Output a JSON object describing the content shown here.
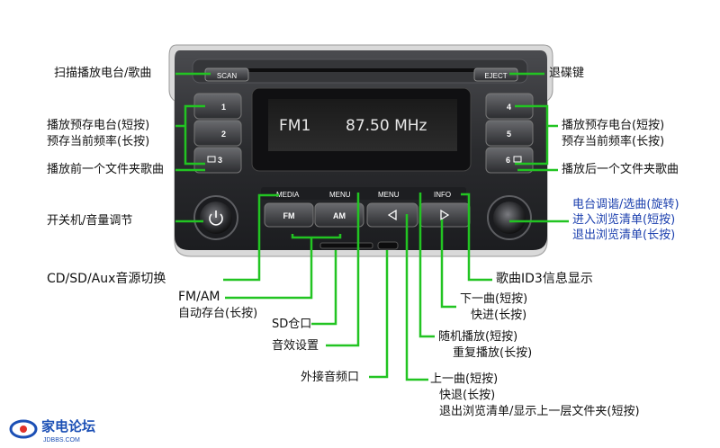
{
  "radio": {
    "display_band": "FM1",
    "display_frequency": "87.50 MHz",
    "buttons": {
      "scan": "SCAN",
      "eject": "EJECT",
      "preset_1": "1",
      "preset_2": "2",
      "preset_3": "3",
      "preset_4": "4",
      "preset_5": "5",
      "preset_6": "6",
      "media": "MEDIA",
      "menu": "MENU",
      "menu_sub": "MENU",
      "info": "INFO",
      "fm": "FM",
      "am": "AM"
    }
  },
  "labels": {
    "scan": "扫描播放电台/歌曲",
    "preset_left_1": "播放预存电台(短按)",
    "preset_left_2": "预存当前频率(长按)",
    "prev_folder": "播放前一个文件夹歌曲",
    "power": "开关机/音量调节",
    "eject": "退碟键",
    "preset_right_1": "播放预存电台(短按)",
    "preset_right_2": "预存当前频率(长按)",
    "next_folder": "播放后一个文件夹歌曲",
    "tune_1": "电台调谐/选曲(旋转)",
    "tune_2": "进入浏览清单(短按)",
    "tune_3": "退出浏览清单(长按)",
    "media_src": "CD/SD/Aux音源切换",
    "fmam_1": "FM/AM",
    "fmam_2": "自动存台(长按)",
    "sd_slot": "SD仓口",
    "sound": "音效设置",
    "aux_in": "外接音频口",
    "id3": "歌曲ID3信息显示",
    "next_1": "下一曲(短按)",
    "next_2": "快进(长按)",
    "random_1": "随机播放(短按)",
    "random_2": "重复播放(长按)",
    "prev_1": "上一曲(短按)",
    "prev_2": "快退(长按)",
    "prev_3": "退出浏览清单/显示上一层文件夹(短按)"
  },
  "logo": {
    "name": "家电论坛",
    "url_text": "JDBBS.COM"
  },
  "colors": {
    "callout_line": "#22c422",
    "panel": "#2a2b2e",
    "display_text": "#e8e8e8",
    "tune_label": "#1b3fae"
  }
}
